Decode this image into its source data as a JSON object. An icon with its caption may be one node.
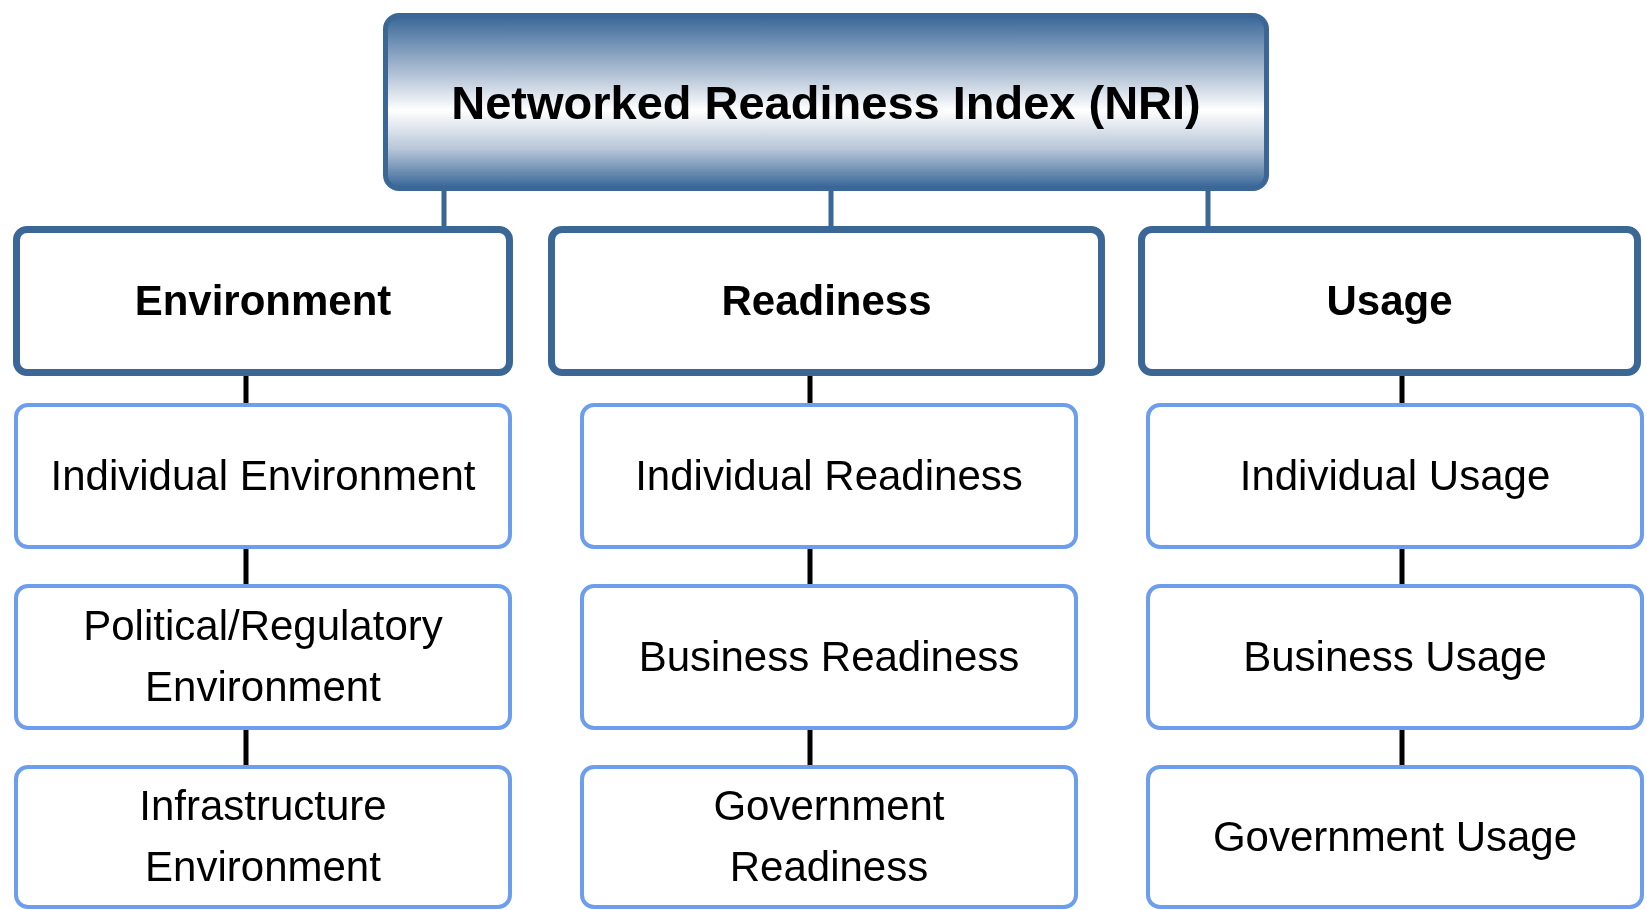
{
  "diagram": {
    "nodes": [
      {
        "text": [
          "Networked Readiness Index (NRI)"
        ]
      },
      {
        "text": [
          "Environment"
        ]
      },
      {
        "text": [
          "Readiness"
        ]
      },
      {
        "text": [
          "Usage"
        ]
      },
      {
        "text": [
          "Individual Environment"
        ]
      },
      {
        "text": [
          "Political/Regulatory Environment"
        ]
      },
      {
        "text": [
          "Infrastructure Environment"
        ]
      },
      {
        "text": [
          "Individual Readiness"
        ]
      },
      {
        "text": [
          "Business Readiness"
        ]
      },
      {
        "text": [
          "Government Readiness"
        ]
      },
      {
        "text": [
          "Individual Usage"
        ]
      },
      {
        "text": [
          "Business Usage"
        ]
      },
      {
        "text": [
          "Government Usage"
        ]
      }
    ],
    "edges": [
      {
        "from": 0,
        "to": 1,
        "arrow": "none",
        "color": "#3b6796"
      },
      {
        "from": 0,
        "to": 2,
        "arrow": "none",
        "color": "#3b6796"
      },
      {
        "from": 0,
        "to": 3,
        "arrow": "none",
        "color": "#3b6796"
      },
      {
        "from": 1,
        "to": 4,
        "arrow": "none"
      },
      {
        "from": 4,
        "to": 5,
        "arrow": "none"
      },
      {
        "from": 5,
        "to": 6,
        "arrow": "none"
      },
      {
        "from": 2,
        "to": 7,
        "arrow": "none"
      },
      {
        "from": 7,
        "to": 8,
        "arrow": "none"
      },
      {
        "from": 8,
        "to": 9,
        "arrow": "none"
      },
      {
        "from": 3,
        "to": 10,
        "arrow": "none"
      },
      {
        "from": 10,
        "to": 11,
        "arrow": "none"
      },
      {
        "from": 11,
        "to": 12,
        "arrow": "none"
      }
    ]
  }
}
